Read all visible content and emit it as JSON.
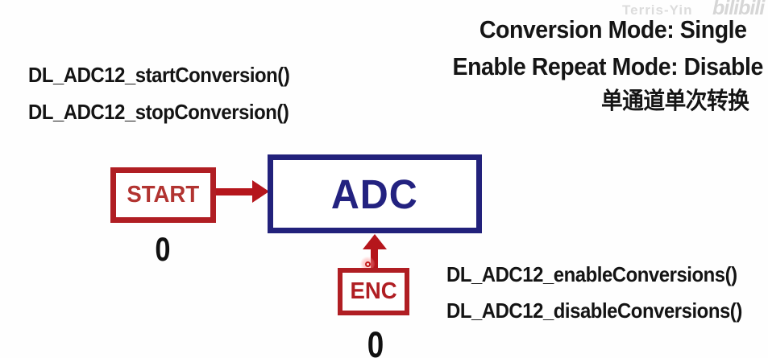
{
  "meta": {
    "description": "Block diagram slide explaining TI MSPM0 ADC12 single conversion mode",
    "background_color": "#fefefe",
    "colors": {
      "box_red": "#b01e23",
      "arrow_red": "#b5161c",
      "start_text_red": "#b23431",
      "navy_blue": "#232280",
      "text_black": "#141414",
      "watermark_gray": "#d8d8d8",
      "laser_dot_red": "#c11a1a"
    }
  },
  "watermark": {
    "author": "Terris-Yin",
    "platform": "bilibili"
  },
  "api_left": {
    "start": "DL_ADC12_startConversion()",
    "stop": "DL_ADC12_stopConversion()"
  },
  "config_header": {
    "conversion_mode": "Conversion Mode: Single",
    "repeat_mode": "Enable Repeat Mode: Disable",
    "chinese_caption": "单通道单次转换"
  },
  "diagram": {
    "start_box": {
      "label": "START",
      "value_below": "0"
    },
    "adc_box": {
      "label": "ADC"
    },
    "enc_box": {
      "label": "ENC",
      "value_below": "0"
    },
    "connections": [
      {
        "from": "START",
        "to": "ADC",
        "direction": "right"
      },
      {
        "from": "ENC",
        "to": "ADC",
        "direction": "up"
      }
    ],
    "laser_pointer": {
      "present": true,
      "near": "ENC-to-ADC arrow"
    }
  },
  "api_right": {
    "enable": "DL_ADC12_enableConversions()",
    "disable": "DL_ADC12_disableConversions()"
  }
}
